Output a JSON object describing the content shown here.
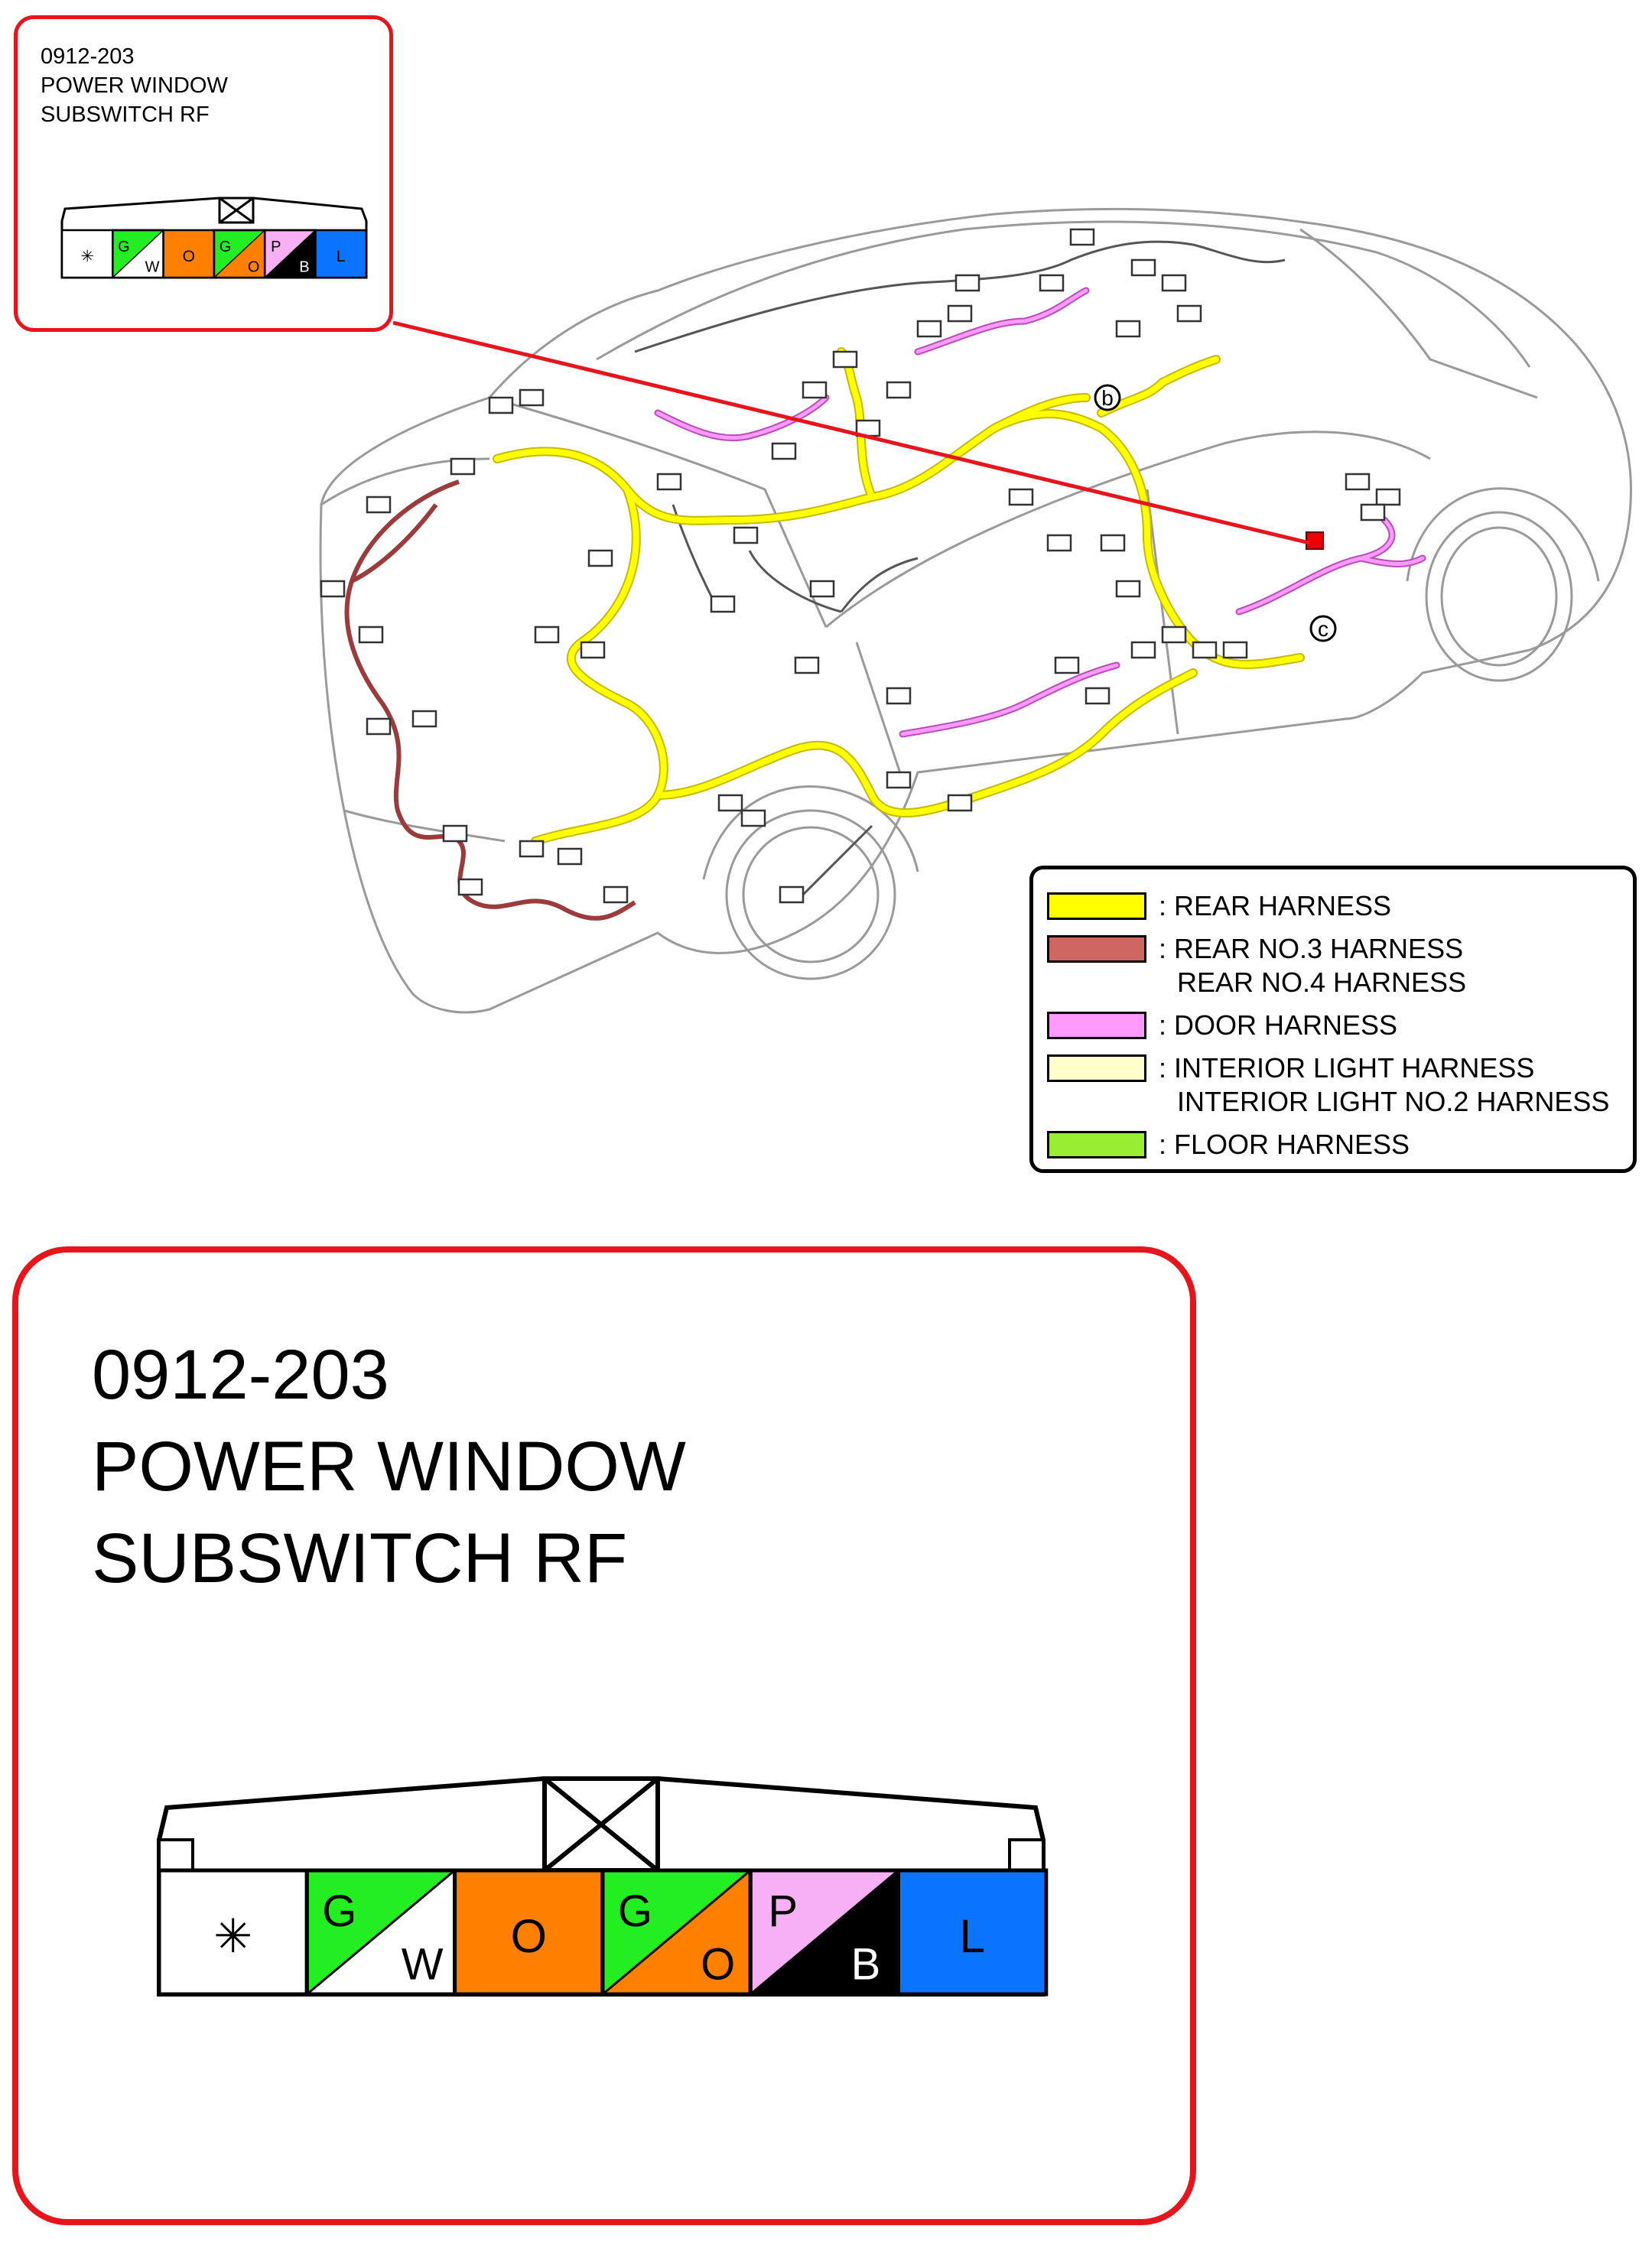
{
  "connector": {
    "code": "0912-203",
    "name_line1": "POWER WINDOW",
    "name_line2": "SUBSWITCH RF",
    "pins": [
      {
        "symbol": "asterisk",
        "label": "✳",
        "colors": [
          "#ffffff"
        ]
      },
      {
        "label_top": "G",
        "label_bottom": "W",
        "colors": [
          "#22ee22",
          "#ffffff"
        ]
      },
      {
        "label": "O",
        "colors": [
          "#ff8000"
        ]
      },
      {
        "label_top": "G",
        "label_bottom": "O",
        "colors": [
          "#22ee22",
          "#ff8000"
        ]
      },
      {
        "label_top": "P",
        "label_bottom": "B",
        "colors": [
          "#f7b0f4",
          "#000000"
        ]
      },
      {
        "label": "L",
        "colors": [
          "#0a74ff"
        ]
      }
    ]
  },
  "markers": {
    "b": "b",
    "c": "c"
  },
  "legend": {
    "items": [
      {
        "color": "#ffff00",
        "lines": [
          ": REAR HARNESS"
        ]
      },
      {
        "color": "#cd6560",
        "lines": [
          ": REAR NO.3 HARNESS",
          "REAR NO.4 HARNESS"
        ]
      },
      {
        "color": "#ff99ff",
        "lines": [
          ": DOOR HARNESS"
        ]
      },
      {
        "color": "#ffffcc",
        "lines": [
          ": INTERIOR LIGHT HARNESS",
          "INTERIOR LIGHT NO.2 HARNESS"
        ]
      },
      {
        "color": "#99ee33",
        "lines": [
          ": FLOOR HARNESS"
        ]
      }
    ]
  },
  "colors": {
    "callout_border": "#e8141c",
    "connector_marker": "#ee0000"
  }
}
